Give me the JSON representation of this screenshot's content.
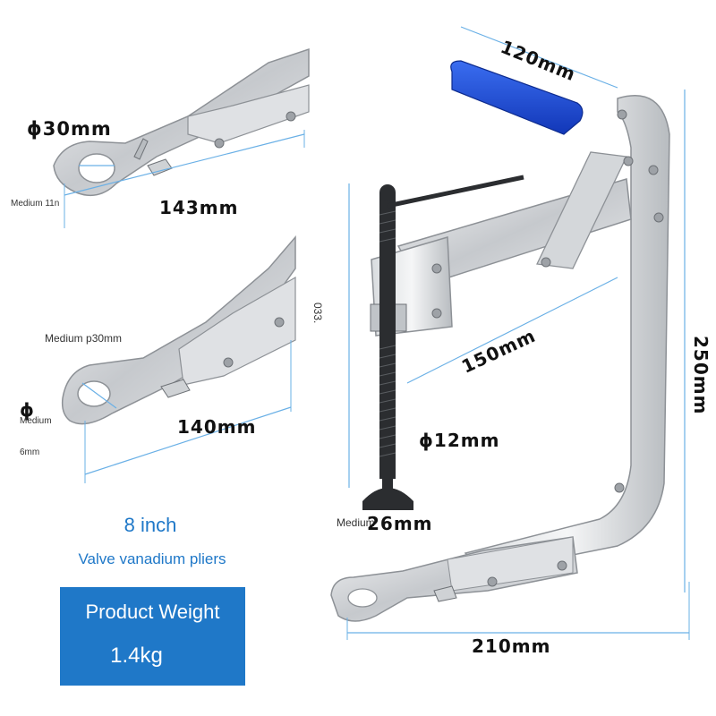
{
  "labels": {
    "phi30": "ϕ30mm",
    "medium11": "Medium 11n",
    "len143": "143mm",
    "medium_p30": "Medium p30mm",
    "phi_mark": "ϕ",
    "medium_left": "Medium",
    "mm6": "6mm",
    "len140": "140mm",
    "len120": "120mm",
    "num033": "033.",
    "len150": "150mm",
    "len250": "250mm",
    "phi12": "ϕ12mm",
    "medium_bottom": "Medium",
    "len26": "26mm",
    "len210": "210mm"
  },
  "product": {
    "size": "8 inch",
    "name": "Valve vanadium pliers",
    "weight_title": "Product Weight",
    "weight_value": "1.4kg"
  },
  "colors": {
    "accent": "#1f78c8",
    "handle_blue": "#1a4fd6",
    "steel": "#c9ccd0",
    "steel_dark": "#8d9196",
    "dimension_line": "#6ab0e6"
  }
}
